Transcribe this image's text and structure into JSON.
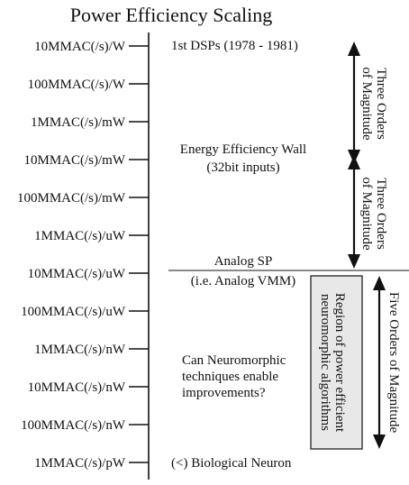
{
  "title": "Power Efficiency Scaling",
  "scale_labels": [
    "10MMAC(/s)/W",
    "100MMAC(/s)/W",
    "1MMAC(/s)/mW",
    "10MMAC(/s)/mW",
    "100MMAC(/s)/mW",
    "1MMAC(/s)/uW",
    "10MMAC(/s)/uW",
    "100MMAC(/s)/uW",
    "1MMAC(/s)/nW",
    "10MMAC(/s)/nW",
    "100MMAC(/s)/nW",
    "1MMAC(/s)/pW"
  ],
  "annotations": {
    "dsp": "1st DSPs (1978 - 1981)",
    "wall_line1": "Energy Efficiency Wall",
    "wall_line2": "(32bit inputs)",
    "analog_line1": "Analog SP",
    "analog_line2": "(i.e.  Analog VMM)",
    "neuro_line1": "Can Neuromorphic",
    "neuro_line2": "techniques enable",
    "neuro_line3": "improvements?",
    "bio": "(<) Biological Neuron"
  },
  "arrows": {
    "first_line1": "Three Orders",
    "first_line2": "of Magnitude",
    "second_line1": "Three Orders",
    "second_line2": "of Magnitude",
    "third": "Five Orders of Magnitude"
  },
  "region_box": {
    "line1": "Region of power efficient",
    "line2": "neuromorphic  algorithms"
  },
  "colors": {
    "ink": "#111111",
    "box_fill": "#e8e8e8"
  }
}
